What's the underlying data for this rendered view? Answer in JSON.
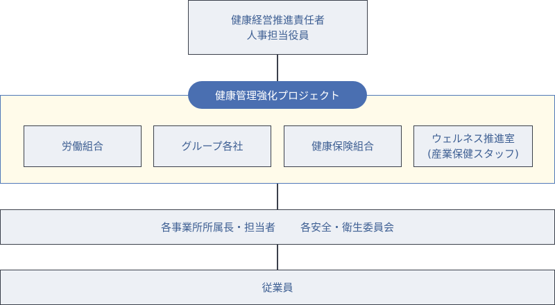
{
  "top": {
    "line1": "健康経営推進責任者",
    "line2": "人事担当役員"
  },
  "project": {
    "title": "健康管理強化プロジェクト",
    "members": [
      {
        "label": "労働組合"
      },
      {
        "label": "グループ各社"
      },
      {
        "label": "健康保険組合"
      },
      {
        "line1": "ウェルネス推進室",
        "line2": "(産業保健スタッフ)"
      }
    ]
  },
  "level3": {
    "left": "各事業所所属長・担当者",
    "right": "各安全・衛生委員会"
  },
  "level4": {
    "label": "従業員"
  },
  "colors": {
    "box_fill": "#edf0f5",
    "box_border": "#3a3f4a",
    "text": "#3e5f93",
    "pill_fill": "#4a6fb1",
    "panel_fill": "#fffbea",
    "panel_border": "#4f78b8"
  }
}
